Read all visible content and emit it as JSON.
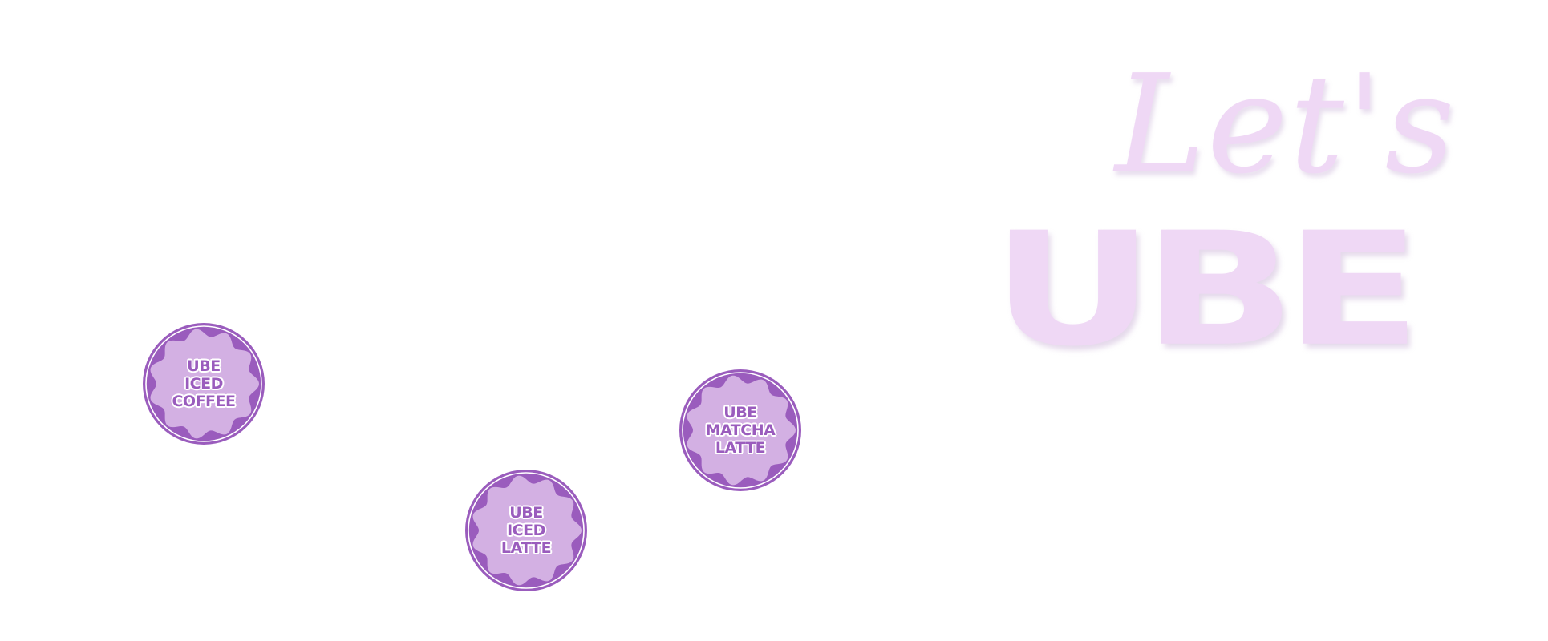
{
  "heading": {
    "script_text": "Let's",
    "title_text": "UBE"
  },
  "colors": {
    "heading_pink": "#efd8f5",
    "badge_outer": "#9a5cbd",
    "badge_inner": "#d3b0e3",
    "badge_text": "#9a5cbd"
  },
  "badges": [
    {
      "lines": [
        "UBE",
        "ICED",
        "COFFEE"
      ]
    },
    {
      "lines": [
        "UBE",
        "ICED",
        "LATTE"
      ]
    },
    {
      "lines": [
        "UBE",
        "MATCHA",
        "LATTE"
      ]
    }
  ]
}
